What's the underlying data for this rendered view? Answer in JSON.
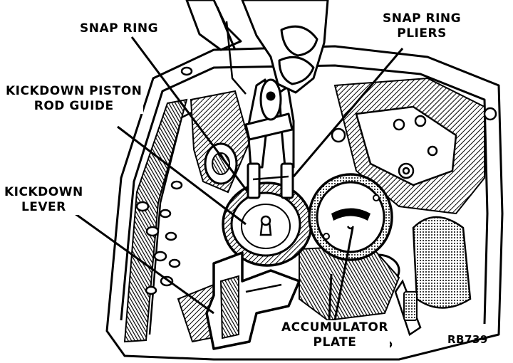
{
  "labels": {
    "snap_ring": "SNAP RING",
    "snap_ring_pliers_1": "SNAP RING",
    "snap_ring_pliers_2": "PLIERS",
    "kickdown_guide_1": "KICKDOWN PISTON",
    "kickdown_guide_2": "ROD GUIDE",
    "kickdown_lever_1": "KICKDOWN",
    "kickdown_lever_2": "LEVER",
    "accumulator_1": "ACCUMULATOR",
    "accumulator_2": "PLATE"
  },
  "figure_id": "RB739",
  "colors": {
    "ink": "#000000",
    "paper": "#ffffff"
  }
}
